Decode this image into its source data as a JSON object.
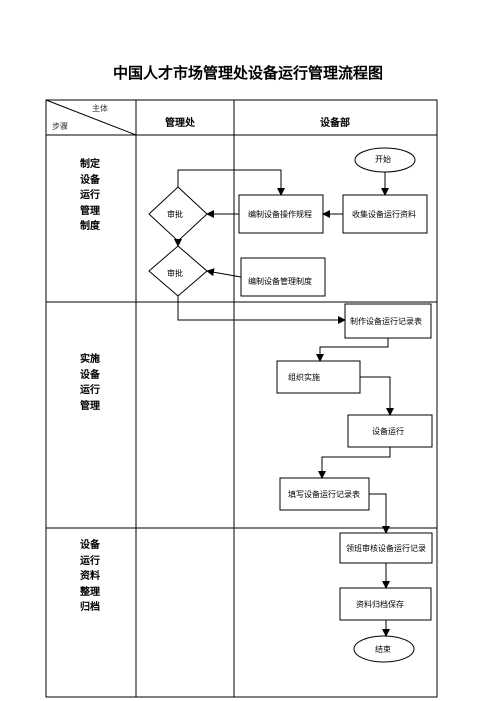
{
  "title": "中国人才市场管理处设备运行管理流程图",
  "header": {
    "corner_top": "主体",
    "corner_bottom": "步骤",
    "col1": "管理处",
    "col2": "设备部"
  },
  "steps": [
    {
      "label": "制定设备运行管理制度"
    },
    {
      "label": "实施设备运行管理"
    },
    {
      "label": "设备运行资料整理归档"
    }
  ],
  "nodes": {
    "start": "开始",
    "collect": "收集设备运行资料",
    "edit_rules": "编制设备操作规程",
    "approve1": "审批",
    "approve2": "审批",
    "edit_system": "编制设备管理制度",
    "make_table": "制作设备运行记录表",
    "organize": "组织实施",
    "run": "设备运行",
    "fill": "填写设备运行记录表",
    "review": "领班审核设备运行记录",
    "archive": "资料归档保存",
    "end": "结束"
  }
}
